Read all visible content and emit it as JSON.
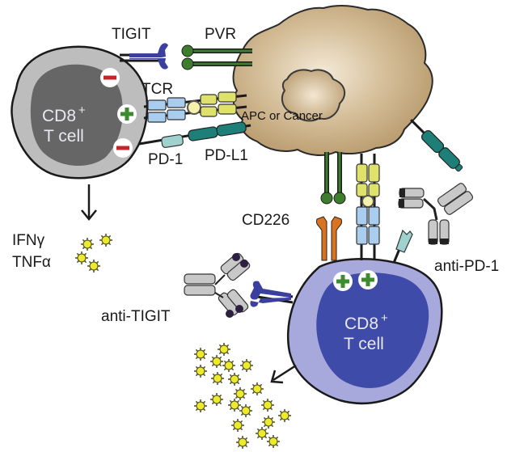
{
  "title": "TIGIT and PD-1 blockade restore CD8+ T cell effector function",
  "cells": {
    "exhausted_t_cell": {
      "line1": "CD8",
      "sup": "+",
      "line2": "T cell"
    },
    "apc_cancer": {
      "label": "APC or Cancer"
    },
    "active_t_cell": {
      "line1": "CD8",
      "sup": "+",
      "line2": "T cell"
    }
  },
  "molecules": {
    "tigit": "TIGIT",
    "pvr": "PVR",
    "tcr": "TCR",
    "pd1": "PD-1",
    "pdl1": "PD-L1",
    "cd226": "CD226"
  },
  "antibodies": {
    "anti_pd1": "anti-PD-1",
    "anti_tigit": "anti-TIGIT"
  },
  "cytokines": {
    "ifn": "IFNγ",
    "tnf": "TNFα"
  },
  "signals": {
    "exhausted": [
      "negative",
      "positive",
      "negative"
    ],
    "active": [
      "positive",
      "positive"
    ]
  },
  "colors": {
    "exhausted_cell_outer": "#bdbdbd",
    "exhausted_cell_nucleus": "#666666",
    "apc_cell": "#c4a97e",
    "active_cell_outer": "#a7a8dc",
    "active_cell_nucleus": "#3f4ba8",
    "tigit": "#3b3f9e",
    "pvr": "#3f7d2e",
    "tcr": "#a9cdef",
    "mhc": "#dfe26a",
    "pd1": "#9fd2cf",
    "pdl1": "#1d7f77",
    "cd226": "#d9731f",
    "cytokine": "#ecea2a",
    "minus": "#c8242b",
    "plus": "#3c8c2f"
  }
}
